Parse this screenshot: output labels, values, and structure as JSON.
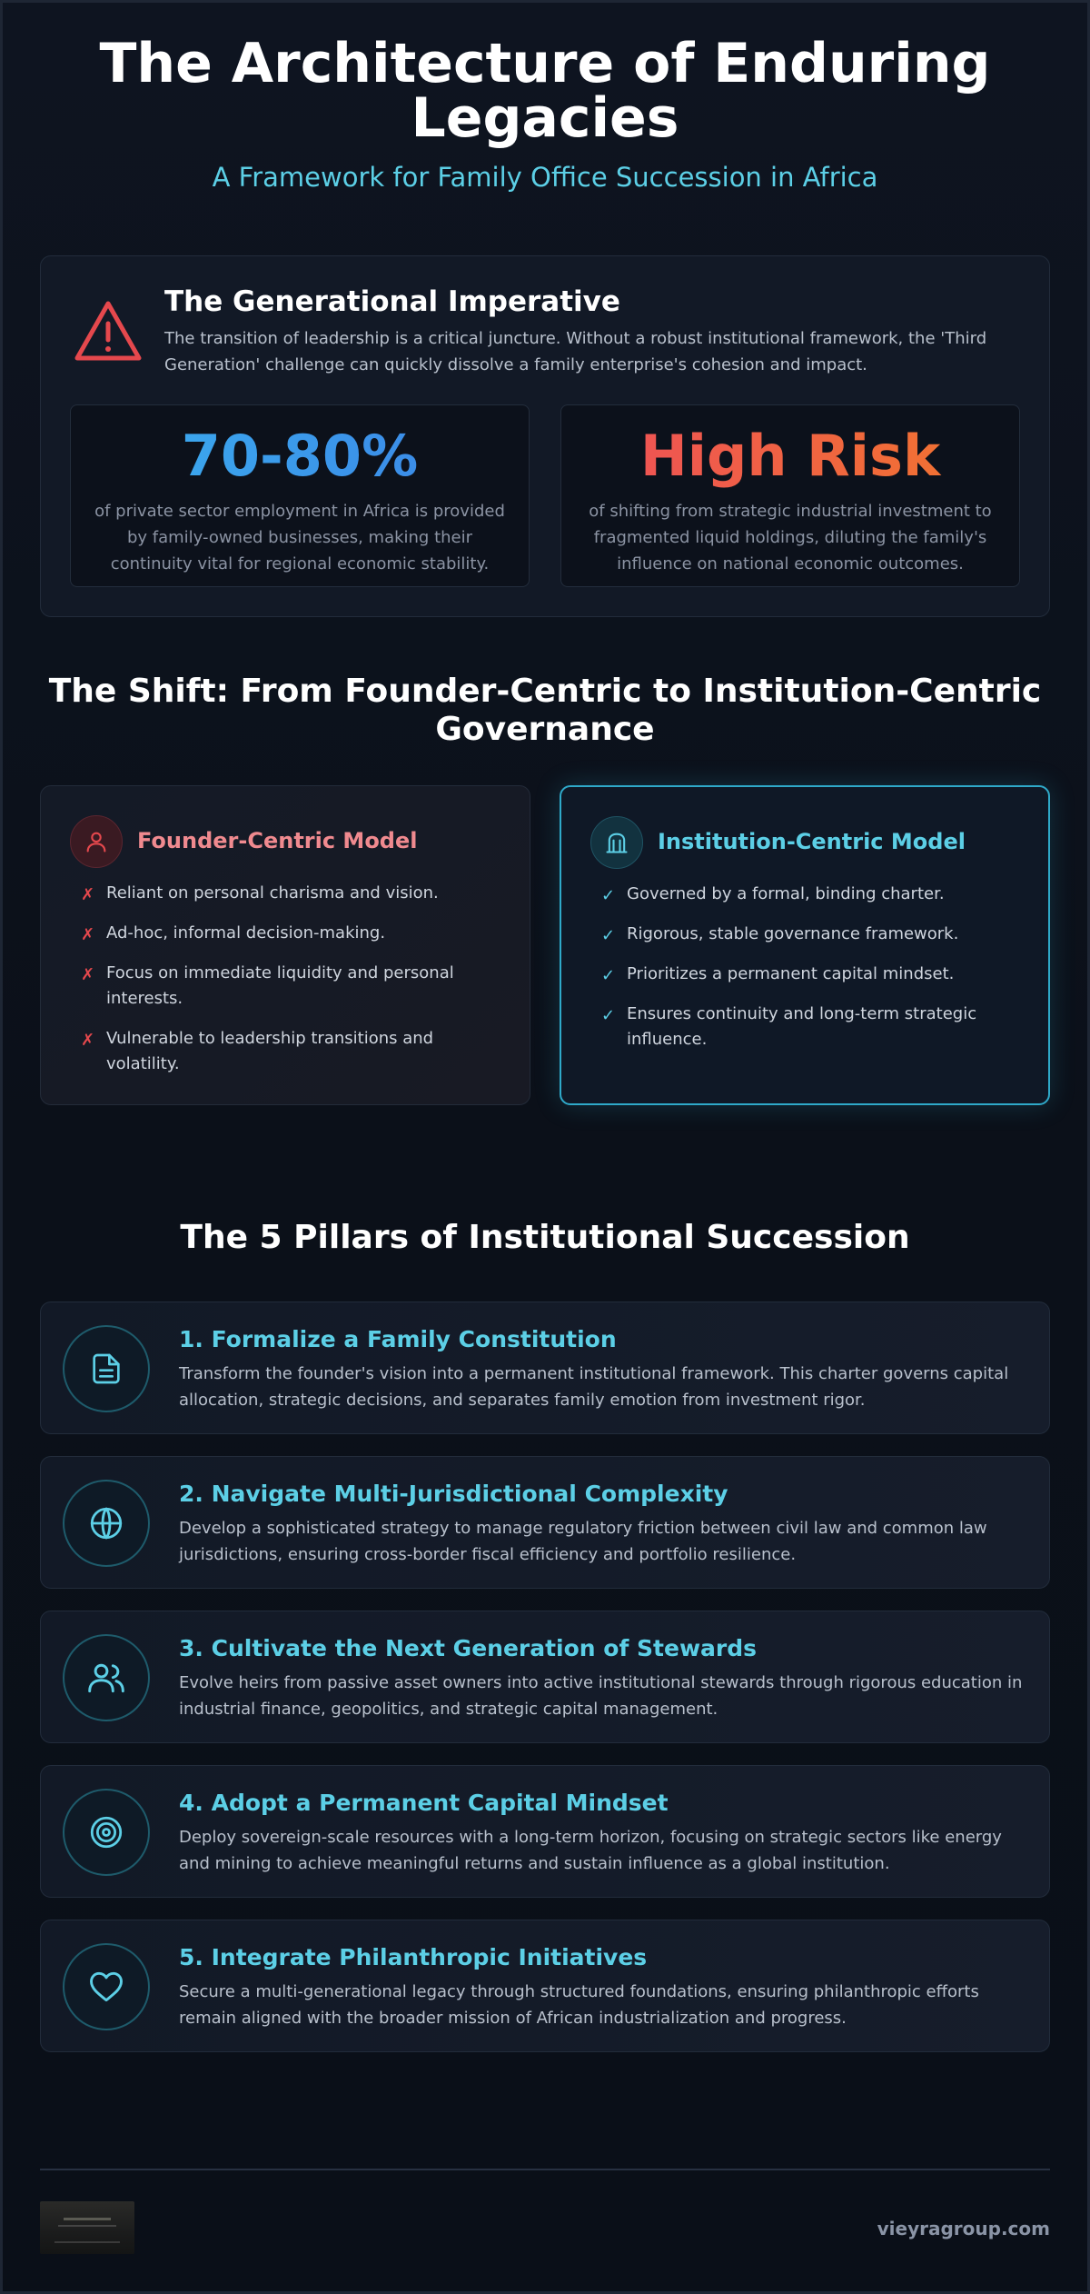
{
  "header": {
    "title": "The Architecture of Enduring Legacies",
    "subtitle": "A Framework for Family Office Succession in Africa"
  },
  "imperative": {
    "icon": "warning-triangle-icon",
    "title": "The Generational Imperative",
    "text": "The transition of leadership is a critical juncture. Without a robust institutional framework, the 'Third Generation' challenge can quickly dissolve a family enterprise's cohesion and impact.",
    "stats": [
      {
        "value": "70-80%",
        "text": "of private sector employment in Africa is provided by family-owned businesses, making their continuity vital for regional economic stability."
      },
      {
        "value": "High Risk",
        "text": "of shifting from strategic industrial investment to fragmented liquid holdings, diluting the family's influence on national economic outcomes."
      }
    ]
  },
  "shift": {
    "title": "The Shift: From Founder-Centric to Institution-Centric Governance",
    "founder": {
      "icon": "person-icon",
      "title": "Founder-Centric Model",
      "mark": "✗",
      "items": [
        "Reliant on personal charisma and vision.",
        "Ad-hoc, informal decision-making.",
        "Focus on immediate liquidity and personal interests.",
        "Vulnerable to leadership transitions and volatility."
      ]
    },
    "institution": {
      "icon": "institution-icon",
      "title": "Institution-Centric Model",
      "mark": "✓",
      "items": [
        "Governed by a formal, binding charter.",
        "Rigorous, stable governance framework.",
        "Prioritizes a permanent capital mindset.",
        "Ensures continuity and long-term strategic influence."
      ]
    }
  },
  "pillars": {
    "title": "The 5 Pillars of Institutional Succession",
    "items": [
      {
        "icon": "document-icon",
        "title": "1. Formalize a Family Constitution",
        "text": "Transform the founder's vision into a permanent institutional framework. This charter governs capital allocation, strategic decisions, and separates family emotion from investment rigor."
      },
      {
        "icon": "globe-icon",
        "title": "2. Navigate Multi-Jurisdictional Complexity",
        "text": "Develop a sophisticated strategy to manage regulatory friction between civil law and common law jurisdictions, ensuring cross-border fiscal efficiency and portfolio resilience."
      },
      {
        "icon": "users-icon",
        "title": "3. Cultivate the Next Generation of Stewards",
        "text": "Evolve heirs from passive asset owners into active institutional stewards through rigorous education in industrial finance, geopolitics, and strategic capital management."
      },
      {
        "icon": "target-icon",
        "title": "4. Adopt a Permanent Capital Mindset",
        "text": "Deploy sovereign-scale resources with a long-term horizon, focusing on strategic sectors like energy and mining to achieve meaningful returns and sustain influence as a global institution."
      },
      {
        "icon": "heart-icon",
        "title": "5. Integrate Philanthropic Initiatives",
        "text": "Secure a multi-generational legacy through structured foundations, ensuring philanthropic efforts remain aligned with the broader mission of African industrialization and progress."
      }
    ]
  },
  "footer": {
    "thumbnail": "footer-thumbnail-image",
    "link": "vieyragroup.com"
  }
}
